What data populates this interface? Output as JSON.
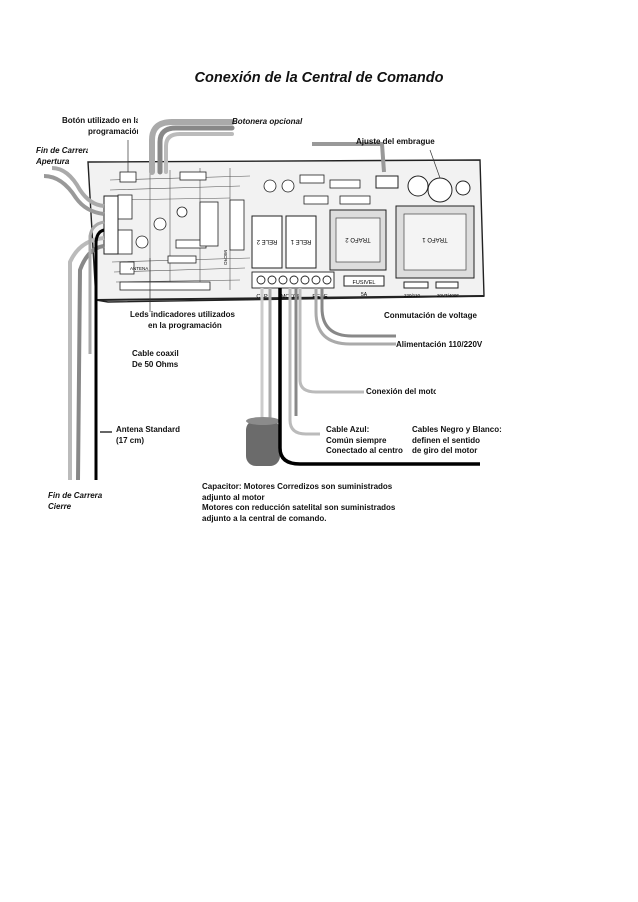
{
  "title": "Conexión de la Central de Comando",
  "labels": {
    "boton_line1": "Botón utilizado en la",
    "boton_line2": "programación",
    "botonera": "Botonera opcional",
    "embrague": "Ajuste del embrague",
    "fin_apertura_line1": "Fin de Carrera",
    "fin_apertura_line2": "Apertura",
    "leds_line1": "Leds indicadores utilizados",
    "leds_line2": "en la programación",
    "conmutacion": "Conmutación de voltage",
    "alimentacion": "Alimentación 110/220V",
    "coaxil_line1": "Cable coaxil",
    "coaxil_line2": "De 50 Ohms",
    "motor": "Conexión del motor",
    "antena_line1": "Antena Standard",
    "antena_line2": "(17 cm)",
    "azul_line1": "Cable Azul:",
    "azul_line2": "Común siempre",
    "azul_line3": "Conectado al centro",
    "negro_line1": "Cables Negro y Blanco:",
    "negro_line2": "definen el sentido",
    "negro_line3": "de giro del motor",
    "capacitor_line1": "Capacitor: Motores Corredizos son suministrados",
    "capacitor_line2": "adjunto al motor",
    "capacitor_line3": "Motores con reducción satelital son suministrados",
    "capacitor_line4": "adjunto a la central de comando.",
    "fin_cierre_line1": "Fin de Carrera",
    "fin_cierre_line2": "Cierre"
  },
  "board": {
    "relay1": "RELE 1",
    "relay2": "RELE 2",
    "trafo1": "TRAFO 1",
    "trafo2": "TRAFO 2",
    "fusivel": "FUSIVEL",
    "fuse_rating": "5A",
    "voltage_sel_left": "220/110",
    "voltage_sel_right": "20VT/400F",
    "term_cap": "CAP",
    "term_motor": "MOTOR",
    "term_rede": "REDE",
    "mic": "MICRO",
    "antena": "ANTENA"
  }
}
